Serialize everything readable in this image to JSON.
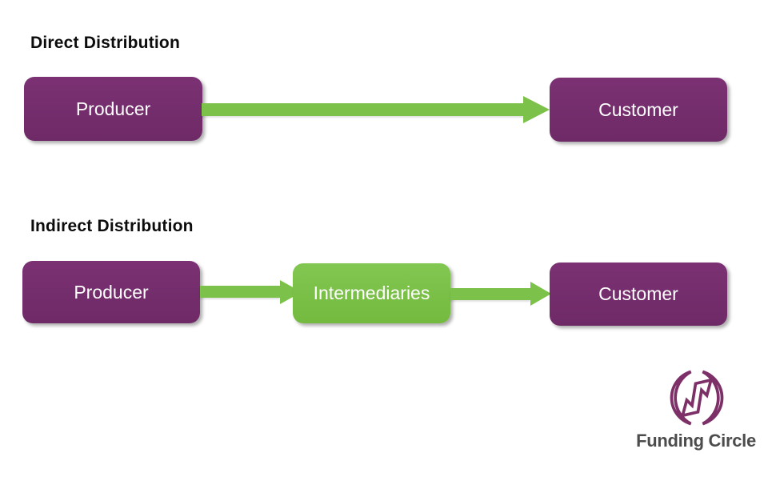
{
  "colors": {
    "background": "#ffffff",
    "node_purple": "#752d6e",
    "arrow_green": "#7cc24a",
    "heading_text": "#0c0c0c",
    "node_text": "#ffffff",
    "logo_purple": "#7d2f68",
    "logo_text": "#4c4c4e"
  },
  "diagram": {
    "sections": [
      {
        "title": "Direct Distribution",
        "nodes": [
          {
            "label": "Producer",
            "color": "purple"
          },
          {
            "label": "Customer",
            "color": "purple"
          }
        ],
        "arrows": [
          {
            "from": "Producer",
            "to": "Customer"
          }
        ]
      },
      {
        "title": "Indirect Distribution",
        "nodes": [
          {
            "label": "Producer",
            "color": "purple"
          },
          {
            "label": "Intermediaries",
            "color": "green"
          },
          {
            "label": "Customer",
            "color": "purple"
          }
        ],
        "arrows": [
          {
            "from": "Producer",
            "to": "Intermediaries"
          },
          {
            "from": "Intermediaries",
            "to": "Customer"
          }
        ]
      }
    ]
  },
  "logo": {
    "brand": "Funding Circle",
    "icon": "funding-circle-circular-arrows-icon"
  }
}
